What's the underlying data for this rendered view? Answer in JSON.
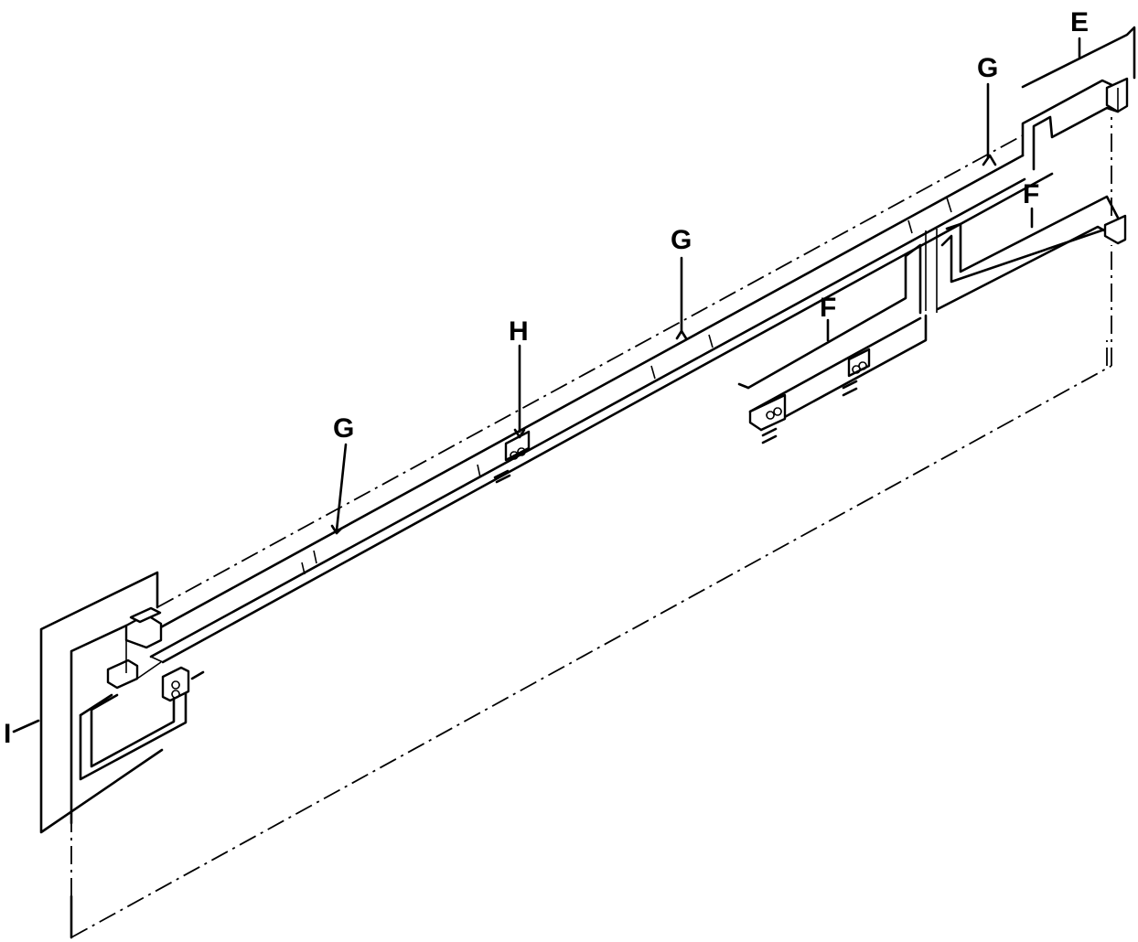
{
  "labels": {
    "E": "E",
    "F_upper": "F",
    "F_lower": "F",
    "G_top_right": "G",
    "G_middle": "G",
    "G_left": "G",
    "H": "H",
    "I": "I"
  }
}
